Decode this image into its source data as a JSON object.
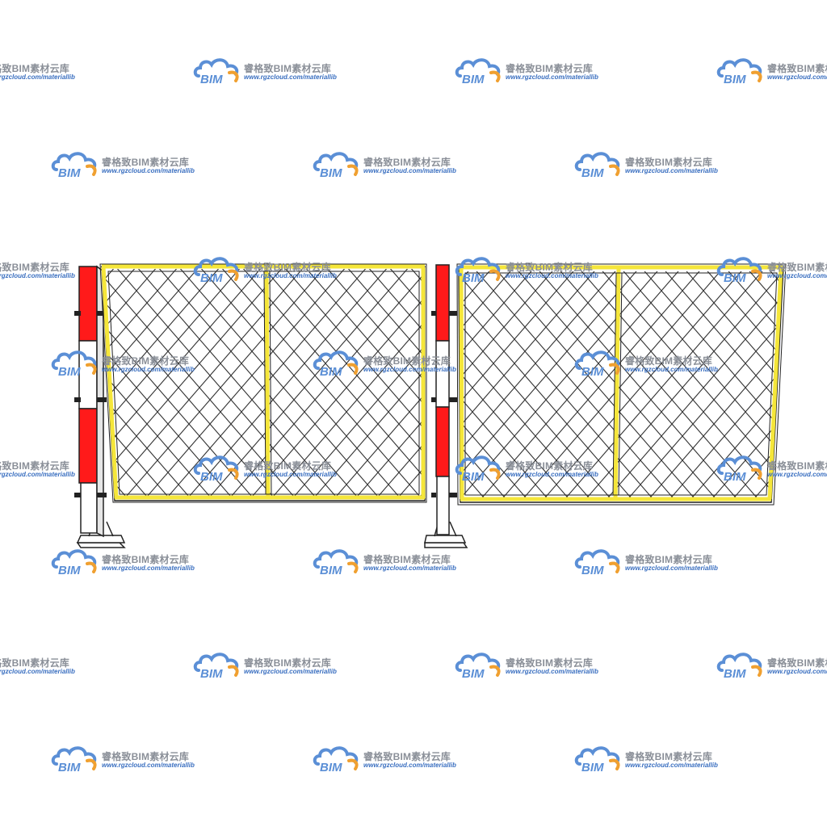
{
  "watermark": {
    "logo_text": "BIM",
    "name": "睿格致BIM素材云库",
    "url": "www.rgzcloud.com/materiallib"
  },
  "colors": {
    "frame_yellow": "#f5e63a",
    "post_red": "#ff1a1a",
    "post_white": "#ffffff",
    "outline": "#222222",
    "mesh": "#333333",
    "wm_blue": "#5b8fd6",
    "wm_orange": "#f0a030",
    "wm_gray": "#8a8f98"
  },
  "icons": [
    "bim-cloud-logo-icon"
  ]
}
